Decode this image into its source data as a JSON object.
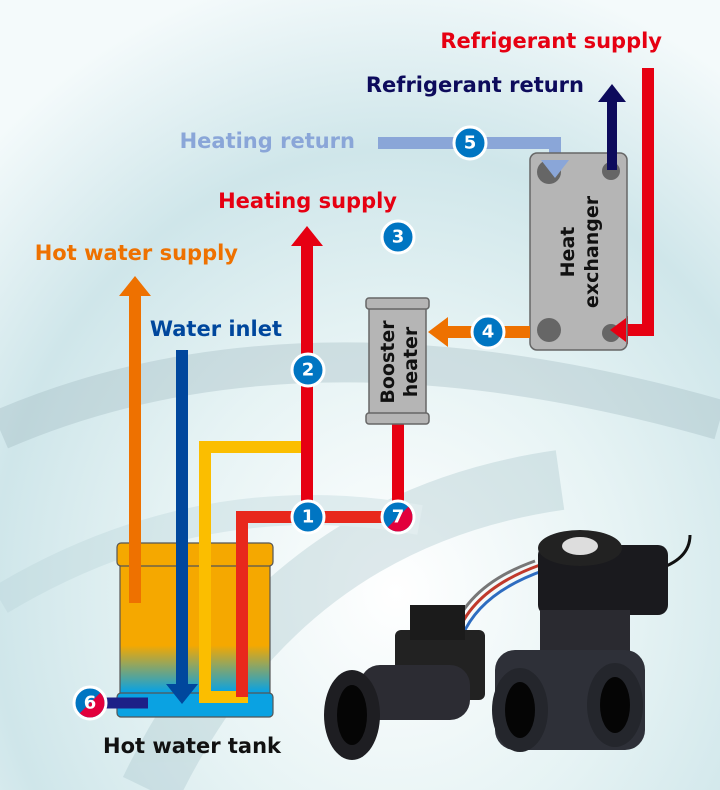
{
  "labels": {
    "refrigerant_supply": "Refrigerant supply",
    "refrigerant_return": "Refrigerant return",
    "heating_return": "Heating return",
    "heating_supply": "Heating supply",
    "hot_water_supply": "Hot water supply",
    "water_inlet": "Water inlet",
    "hot_water_tank": "Hot water tank"
  },
  "components": {
    "heat_exchanger": [
      "Heat",
      "exchanger"
    ],
    "booster_heater": [
      "Booster",
      "heater"
    ]
  },
  "markers": [
    "1",
    "2",
    "3",
    "4",
    "5",
    "6",
    "7"
  ],
  "colors": {
    "refrigerant_supply": "#e60012",
    "refrigerant_return": "#0d0b5c",
    "heating_return": "#8aa6d8",
    "heating_supply": "#e60012",
    "hot_water_supply": "#ee7100",
    "water_inlet": "#00479d",
    "marker_blue": "#0075c2",
    "pipe_yellow": "#fbbe00"
  }
}
